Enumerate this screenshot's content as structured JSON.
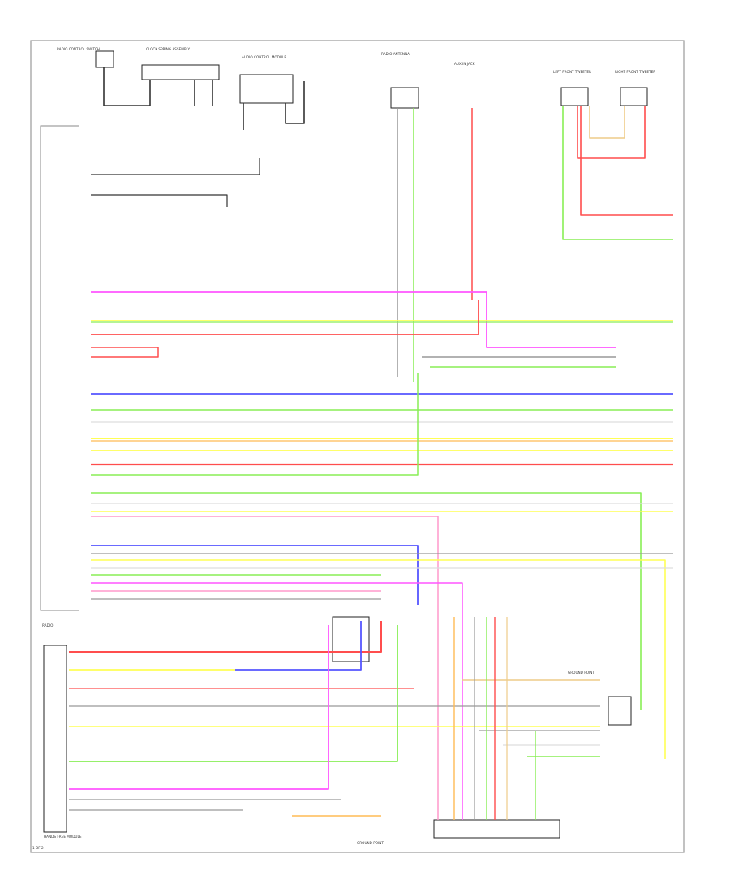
{
  "diagram": {
    "background": "#ffffff",
    "frame_color": "#999999",
    "top_labels": [
      "RADIO CONTROL SWITCH",
      "CLOCK SPRING ASSEMBLY",
      "AUDIO CONTROL MODULE",
      "RADIO ANTENNA",
      "AUX IN JACK",
      "LEFT FRONT TWEETER",
      "RIGHT FRONT TWEETER"
    ],
    "side_labels": {
      "radio": "RADIO",
      "hands_free": "HANDS FREE MODULE",
      "ground_right": "GROUND POINT",
      "ground_bottom": "GROUND POINT",
      "footer": "1 OF 2"
    },
    "wire_colors": {
      "red": "#ff4d4d",
      "yellow": "#ffff55",
      "green": "#88ee55",
      "blue": "#5555ff",
      "violet": "#ff55ff",
      "orange": "#ffbb55",
      "tan": "#eecc88",
      "gray": "#999999",
      "black": "#333333",
      "white": "#dddddd",
      "pink": "#ff99cc"
    }
  }
}
